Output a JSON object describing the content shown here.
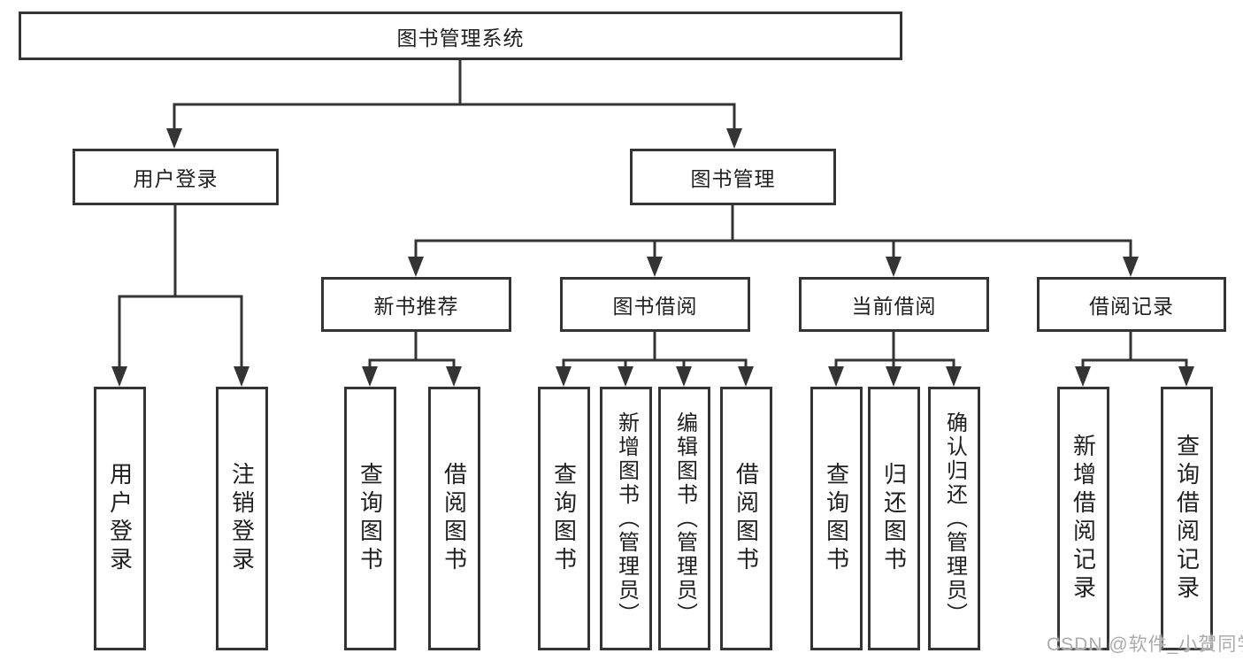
{
  "tree": {
    "root": "图书管理系统",
    "level2": [
      {
        "label": "用户登录"
      },
      {
        "label": "图书管理"
      }
    ],
    "level3": [
      {
        "label": "新书推荐"
      },
      {
        "label": "图书借阅"
      },
      {
        "label": "当前借阅"
      },
      {
        "label": "借阅记录"
      }
    ],
    "leaves": {
      "user_login": [
        "用户登录",
        "注销登录"
      ],
      "new_books": [
        "查询图书",
        "借阅图书"
      ],
      "book_borrow": [
        "查询图书",
        "新增图书（管理员）",
        "编辑图书（管理员）",
        "借阅图书"
      ],
      "current_borrow": [
        "查询图书",
        "归还图书",
        "确认归还（管理员）"
      ],
      "borrow_records": [
        "新增借阅记录",
        "查询借阅记录"
      ]
    }
  },
  "watermark": {
    "text": "CSDN @软件_小贺同学"
  },
  "colors": {
    "line": "#343434",
    "box_border": "#343434",
    "text": "#1f1f1f",
    "watermark": "#ababab",
    "background": "#ffffff"
  }
}
